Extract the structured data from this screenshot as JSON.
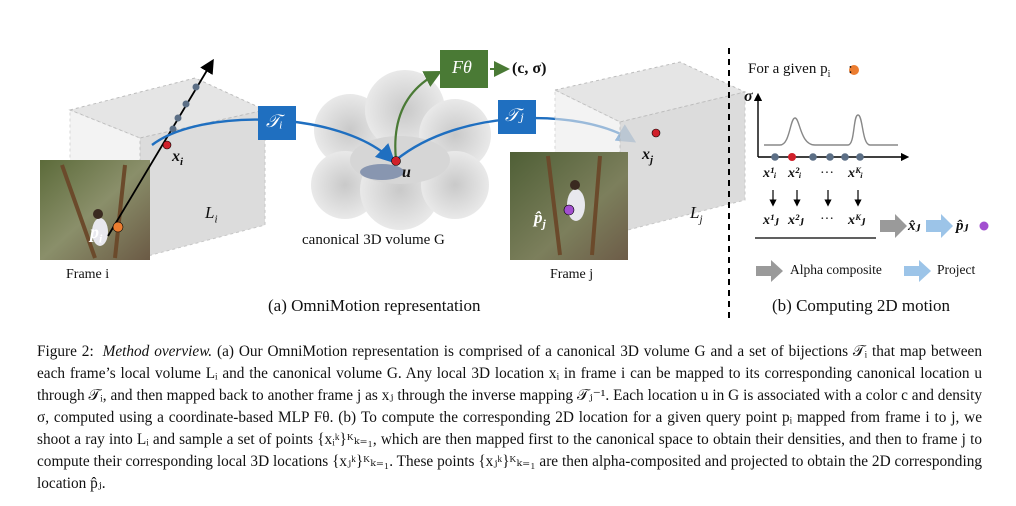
{
  "figure": {
    "f_theta": "Fθ",
    "output": "(c, σ)",
    "T_i": "𝒯ᵢ",
    "T_j": "𝒯ⱼ",
    "canonical_label": "canonical 3D volume G",
    "frame_i": "Frame i",
    "frame_j": "Frame j",
    "L_i": "L",
    "L_i_sub": "i",
    "L_j": "L",
    "L_j_sub": "j",
    "x_i": "x",
    "x_i_sub": "i",
    "x_j": "x",
    "x_j_sub": "j",
    "u": "u",
    "p_i": "p",
    "p_i_sub": "i",
    "p_j": "p̂",
    "p_j_sub": "j",
    "panel_a": "(a) OmniMotion representation",
    "panel_b": "(b) Computing 2D motion",
    "for_given": "For a given p",
    "for_given_sub": "i",
    "sigma": "σ",
    "row1": [
      "x¹ᵢ",
      "x²ᵢ",
      "···",
      "xᴷᵢ"
    ],
    "row2": [
      "x¹ⱼ",
      "x²ⱼ",
      "···",
      "xᴷⱼ"
    ],
    "xhat_j": "x̂ⱼ",
    "phat_j": "p̂ⱼ",
    "legend_alpha": "Alpha composite",
    "legend_project": "Project",
    "colors": {
      "green": "#4a7a35",
      "blue": "#1f6fc0",
      "red": "#d0202a",
      "orange": "#ec7d30",
      "purple": "#a24fd0",
      "arrow_gray": "#9a9a9a",
      "arrow_blue": "#9cc4e8"
    }
  },
  "caption": {
    "fig_num": "Figure 2:",
    "method": "Method overview.",
    "text": "(a) Our OmniMotion representation is comprised of a canonical 3D volume G and a set of bijections 𝒯ᵢ that map between each frame’s local volume Lᵢ and the canonical volume G. Any local 3D location xᵢ in frame i can be mapped to its corresponding canonical location u through 𝒯ᵢ, and then mapped back to another frame j as xⱼ through the inverse mapping 𝒯ⱼ⁻¹. Each location u in G is associated with a color c and density σ, computed using a coordinate-based MLP Fθ. (b) To compute the corresponding 2D location for a given query point pᵢ mapped from frame i to j, we shoot a ray into Lᵢ and sample a set of points {xᵢᵏ}ᴷₖ₌₁, which are then mapped first to the canonical space to obtain their densities, and then to frame j to compute their corresponding local 3D locations {xⱼᵏ}ᴷₖ₌₁. These points {xⱼᵏ}ᴷₖ₌₁ are then alpha-composited and projected to obtain the 2D corresponding location p̂ⱼ."
  }
}
